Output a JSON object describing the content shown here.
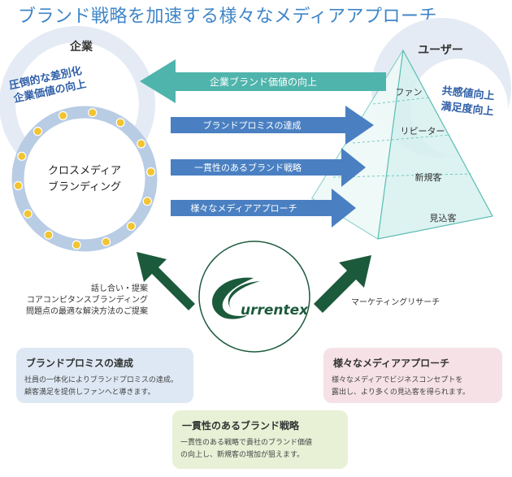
{
  "title": "ブランド戦略を加速する様々なメディアアプローチ",
  "company": {
    "label": "企業",
    "sub_line1": "圧倒的な差別化",
    "sub_line2": "企業価値の向上",
    "ring_line1": "クロスメディア",
    "ring_line2": "ブランディング"
  },
  "user": {
    "label": "ユーザー",
    "sub_line1": "共感値向上",
    "sub_line2": "満足度向上",
    "pyramid_levels": [
      "ファン",
      "リピーター",
      "新規客",
      "見込客"
    ]
  },
  "arrows": {
    "back": "企業ブランド価値の向上",
    "forward": [
      "ブランドプロミスの達成",
      "一貫性のあるブランド戦略",
      "様々なメディアアプローチ"
    ]
  },
  "logo_text": "urrentex",
  "left_notes": [
    "話し合い・提案",
    "コアコンピタンスブランディング",
    "問題点の最適な解決方法のご提案"
  ],
  "right_note": "マーケティングリサーチ",
  "boxes": [
    {
      "title": "ブランドプロミスの達成",
      "lines": [
        "社員の一体化によりブランドプロミスの達成。",
        "顧客満足を提供しファンへと導きます。"
      ],
      "color": "#dde8f4"
    },
    {
      "title": "一貫性のあるブランド戦略",
      "lines": [
        "一貫性のある戦略で貴社のブランド価値",
        "の向上し、新規客の増加が狙えます。"
      ],
      "color": "#e8f1d6"
    },
    {
      "title": "様々なメディアアプローチ",
      "lines": [
        "様々なメディアでビジネスコンセプトを",
        "露出し、より多くの見込客を得られます。"
      ],
      "color": "#f5e1e6"
    }
  ],
  "colors": {
    "title": "#3f86c8",
    "arrow_teal": "#4fb4ac",
    "arrow_blue": "#4a80c2",
    "ring": "#b8cce4",
    "circle_bg": "#e4ebf4",
    "dot": "#f2c430",
    "green": "#1c5a3c",
    "pyramid_face": "#d6f1ee"
  }
}
